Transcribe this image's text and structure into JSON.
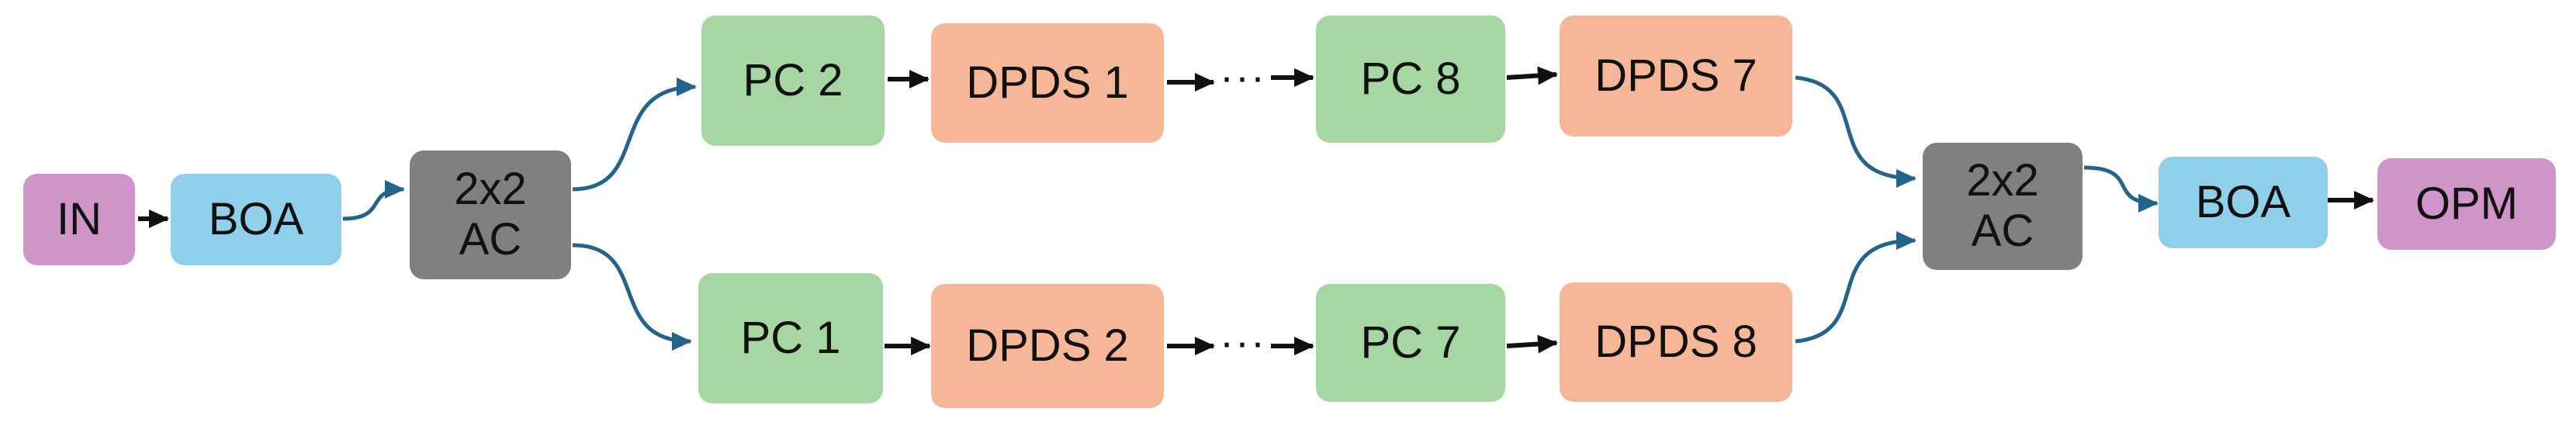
{
  "nodes": {
    "in": "IN",
    "boa_in": "BOA",
    "ac_left": [
      "2x2",
      "AC"
    ],
    "pc2": "PC 2",
    "dpds1": "DPDS 1",
    "pc8": "PC 8",
    "dpds7": "DPDS 7",
    "pc1": "PC 1",
    "dpds2": "DPDS 2",
    "pc7": "PC 7",
    "dpds8": "DPDS 8",
    "ac_right": [
      "2x2",
      "AC"
    ],
    "boa_out": "BOA",
    "opm": "OPM"
  },
  "ellipsis": "···",
  "colors": {
    "input_output": "#cf95c9",
    "amplifier": "#8fcfe9",
    "coupler": "#808080",
    "polarization_controller": "#a6d7a3",
    "dpds": "#f5b798",
    "fiber_curve": "#23658a",
    "arrow": "#111111"
  }
}
